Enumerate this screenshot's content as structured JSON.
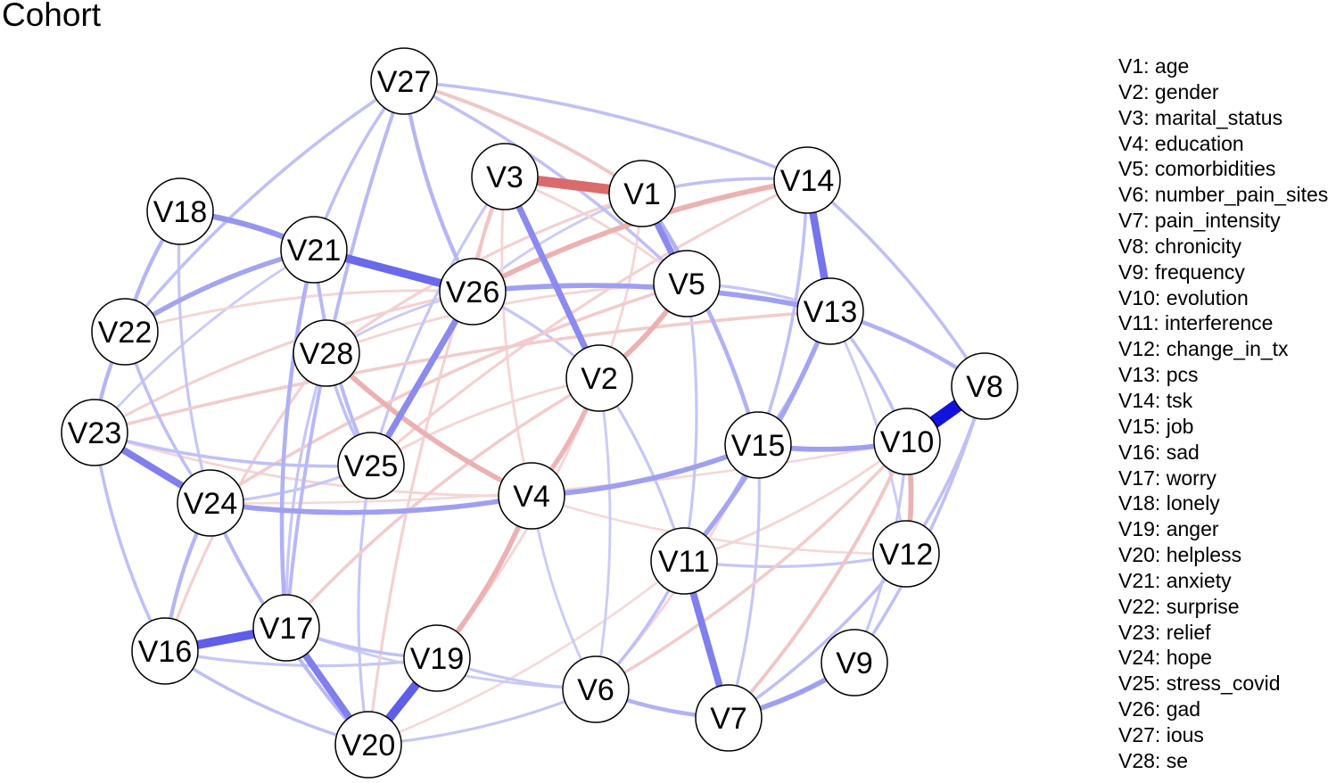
{
  "title": "Cohort",
  "colors": {
    "positive": "#0000dd",
    "negative": "#cc3030",
    "node_fill": "#ffffff",
    "node_stroke": "#000000"
  },
  "nodes": [
    "V1",
    "V2",
    "V3",
    "V4",
    "V5",
    "V6",
    "V7",
    "V8",
    "V9",
    "V10",
    "V11",
    "V12",
    "V13",
    "V14",
    "V15",
    "V16",
    "V17",
    "V18",
    "V19",
    "V20",
    "V21",
    "V22",
    "V23",
    "V24",
    "V25",
    "V26",
    "V27",
    "V28"
  ],
  "legend": [
    "V1: age",
    "V2: gender",
    "V3: marital_status",
    "V4: education",
    "V5: comorbidities",
    "V6: number_pain_sites",
    "V7: pain_intensity",
    "V8: chronicity",
    "V9: frequency",
    "V10: evolution",
    "V11: interference",
    "V12: change_in_tx",
    "V13: pcs",
    "V14: tsk",
    "V15: job",
    "V16: sad",
    "V17: worry",
    "V18: lonely",
    "V19: anger",
    "V20: helpless",
    "V21: anxiety",
    "V22: surprise",
    "V23: relief",
    "V24: hope",
    "V25: stress_covid",
    "V26: gad",
    "V27: ious",
    "V28: se"
  ],
  "edges": [
    {
      "a": "V10",
      "b": "V8",
      "w": 0.95
    },
    {
      "a": "V3",
      "b": "V1",
      "w": -0.7
    },
    {
      "a": "V16",
      "b": "V17",
      "w": 0.6
    },
    {
      "a": "V19",
      "b": "V20",
      "w": 0.6
    },
    {
      "a": "V21",
      "b": "V26",
      "w": 0.55
    },
    {
      "a": "V14",
      "b": "V13",
      "w": 0.5
    },
    {
      "a": "V17",
      "b": "V20",
      "w": 0.45
    },
    {
      "a": "V23",
      "b": "V24",
      "w": 0.45
    },
    {
      "a": "V11",
      "b": "V7",
      "w": 0.45
    },
    {
      "a": "V3",
      "b": "V2",
      "w": 0.4
    },
    {
      "a": "V1",
      "b": "V5",
      "w": 0.4
    },
    {
      "a": "V26",
      "b": "V25",
      "w": 0.4
    },
    {
      "a": "V18",
      "b": "V21",
      "w": 0.35
    },
    {
      "a": "V4",
      "b": "V15",
      "w": 0.3
    },
    {
      "a": "V15",
      "b": "V10",
      "w": 0.3
    },
    {
      "a": "V24",
      "b": "V4",
      "w": 0.3
    },
    {
      "a": "V26",
      "b": "V13",
      "w": 0.3
    },
    {
      "a": "V9",
      "b": "V7",
      "w": 0.3
    },
    {
      "a": "V13",
      "b": "V11",
      "w": 0.28
    },
    {
      "a": "V22",
      "b": "V21",
      "w": 0.28
    },
    {
      "a": "V28",
      "b": "V4",
      "w": -0.3
    },
    {
      "a": "V2",
      "b": "V5",
      "w": -0.3
    },
    {
      "a": "V10",
      "b": "V12",
      "w": -0.3
    },
    {
      "a": "V4",
      "b": "V19",
      "w": -0.3
    },
    {
      "a": "V14",
      "b": "V26",
      "w": -0.3
    },
    {
      "a": "V2",
      "b": "V4",
      "w": -0.28
    },
    {
      "a": "V6",
      "b": "V7",
      "w": 0.22
    },
    {
      "a": "V13",
      "b": "V8",
      "w": 0.22
    },
    {
      "a": "V1",
      "b": "V15",
      "w": 0.22
    },
    {
      "a": "V21",
      "b": "V17",
      "w": 0.22
    },
    {
      "a": "V24",
      "b": "V16",
      "w": 0.2
    },
    {
      "a": "V22",
      "b": "V23",
      "w": 0.2
    },
    {
      "a": "V18",
      "b": "V22",
      "w": 0.2
    },
    {
      "a": "V27",
      "b": "V26",
      "w": 0.2
    },
    {
      "a": "V27",
      "b": "V17",
      "w": 0.18
    },
    {
      "a": "V21",
      "b": "V25",
      "w": 0.18
    },
    {
      "a": "V24",
      "b": "V20",
      "w": 0.18
    },
    {
      "a": "V3",
      "b": "V26",
      "w": -0.18
    },
    {
      "a": "V27",
      "b": "V1",
      "w": -0.18
    },
    {
      "a": "V7",
      "b": "V10",
      "w": -0.18
    },
    {
      "a": "V6",
      "b": "V10",
      "w": -0.15
    },
    {
      "a": "V23",
      "b": "V13",
      "w": -0.15
    },
    {
      "a": "V24",
      "b": "V5",
      "w": -0.15
    },
    {
      "a": "V17",
      "b": "V2",
      "w": -0.15
    },
    {
      "a": "V25",
      "b": "V14",
      "w": -0.12
    },
    {
      "a": "V23",
      "b": "V26",
      "w": -0.12
    },
    {
      "a": "V28",
      "b": "V1",
      "w": -0.12
    },
    {
      "a": "V20",
      "b": "V3",
      "w": -0.12
    },
    {
      "a": "V16",
      "b": "V28",
      "w": -0.12
    },
    {
      "a": "V27",
      "b": "V5",
      "w": 0.15
    },
    {
      "a": "V27",
      "b": "V14",
      "w": 0.15
    },
    {
      "a": "V27",
      "b": "V22",
      "w": 0.15
    },
    {
      "a": "V27",
      "b": "V21",
      "w": 0.15
    },
    {
      "a": "V1",
      "b": "V14",
      "w": 0.15
    },
    {
      "a": "V14",
      "b": "V8",
      "w": 0.15
    },
    {
      "a": "V14",
      "b": "V15",
      "w": 0.15
    },
    {
      "a": "V13",
      "b": "V10",
      "w": 0.15
    },
    {
      "a": "V13",
      "b": "V15",
      "w": 0.15
    },
    {
      "a": "V15",
      "b": "V11",
      "w": 0.15
    },
    {
      "a": "V8",
      "b": "V12",
      "w": 0.15
    },
    {
      "a": "V8",
      "b": "V9",
      "w": 0.15
    },
    {
      "a": "V12",
      "b": "V7",
      "w": 0.15
    },
    {
      "a": "V11",
      "b": "V6",
      "w": 0.15
    },
    {
      "a": "V16",
      "b": "V20",
      "w": 0.15
    },
    {
      "a": "V16",
      "b": "V23",
      "w": 0.15
    },
    {
      "a": "V16",
      "b": "V19",
      "w": 0.12
    },
    {
      "a": "V17",
      "b": "V19",
      "w": 0.15
    },
    {
      "a": "V19",
      "b": "V6",
      "w": 0.12
    },
    {
      "a": "V20",
      "b": "V6",
      "w": 0.12
    },
    {
      "a": "V23",
      "b": "V25",
      "w": 0.15
    },
    {
      "a": "V22",
      "b": "V24",
      "w": 0.15
    },
    {
      "a": "V28",
      "b": "V25",
      "w": 0.15
    },
    {
      "a": "V28",
      "b": "V17",
      "w": 0.12
    },
    {
      "a": "V24",
      "b": "V25",
      "w": 0.12
    },
    {
      "a": "V5",
      "b": "V13",
      "w": 0.12
    },
    {
      "a": "V5",
      "b": "V11",
      "w": 0.12
    },
    {
      "a": "V2",
      "b": "V11",
      "w": 0.12
    },
    {
      "a": "V15",
      "b": "V7",
      "w": 0.12
    },
    {
      "a": "V10",
      "b": "V9",
      "w": 0.12
    },
    {
      "a": "V11",
      "b": "V12",
      "w": 0.12
    },
    {
      "a": "V18",
      "b": "V24",
      "w": 0.12
    },
    {
      "a": "V26",
      "b": "V2",
      "w": 0.12
    },
    {
      "a": "V3",
      "b": "V25",
      "w": 0.12
    },
    {
      "a": "V25",
      "b": "V20",
      "w": 0.12
    },
    {
      "a": "V17",
      "b": "V6",
      "w": 0.1
    },
    {
      "a": "V26",
      "b": "V28",
      "w": 0.1
    },
    {
      "a": "V2",
      "b": "V6",
      "w": 0.1
    },
    {
      "a": "V4",
      "b": "V6",
      "w": 0.1
    },
    {
      "a": "V1",
      "b": "V26",
      "w": 0.1
    },
    {
      "a": "V13",
      "b": "V12",
      "w": 0.1
    },
    {
      "a": "V21",
      "b": "V23",
      "w": 0.1
    },
    {
      "a": "V23",
      "b": "V4",
      "w": -0.1
    },
    {
      "a": "V24",
      "b": "V10",
      "w": -0.08
    },
    {
      "a": "V28",
      "b": "V5",
      "w": -0.1
    },
    {
      "a": "V25",
      "b": "V2",
      "w": -0.1
    },
    {
      "a": "V22",
      "b": "V26",
      "w": -0.1
    },
    {
      "a": "V19",
      "b": "V2",
      "w": -0.1
    },
    {
      "a": "V15",
      "b": "V6",
      "w": -0.1
    },
    {
      "a": "V4",
      "b": "V12",
      "w": -0.08
    },
    {
      "a": "V11",
      "b": "V10",
      "w": -0.1
    },
    {
      "a": "V20",
      "b": "V11",
      "w": -0.08
    },
    {
      "a": "V3",
      "b": "V4",
      "w": -0.1
    },
    {
      "a": "V1",
      "b": "V2",
      "w": -0.1
    },
    {
      "a": "V3",
      "b": "V5",
      "w": -0.1
    }
  ]
}
